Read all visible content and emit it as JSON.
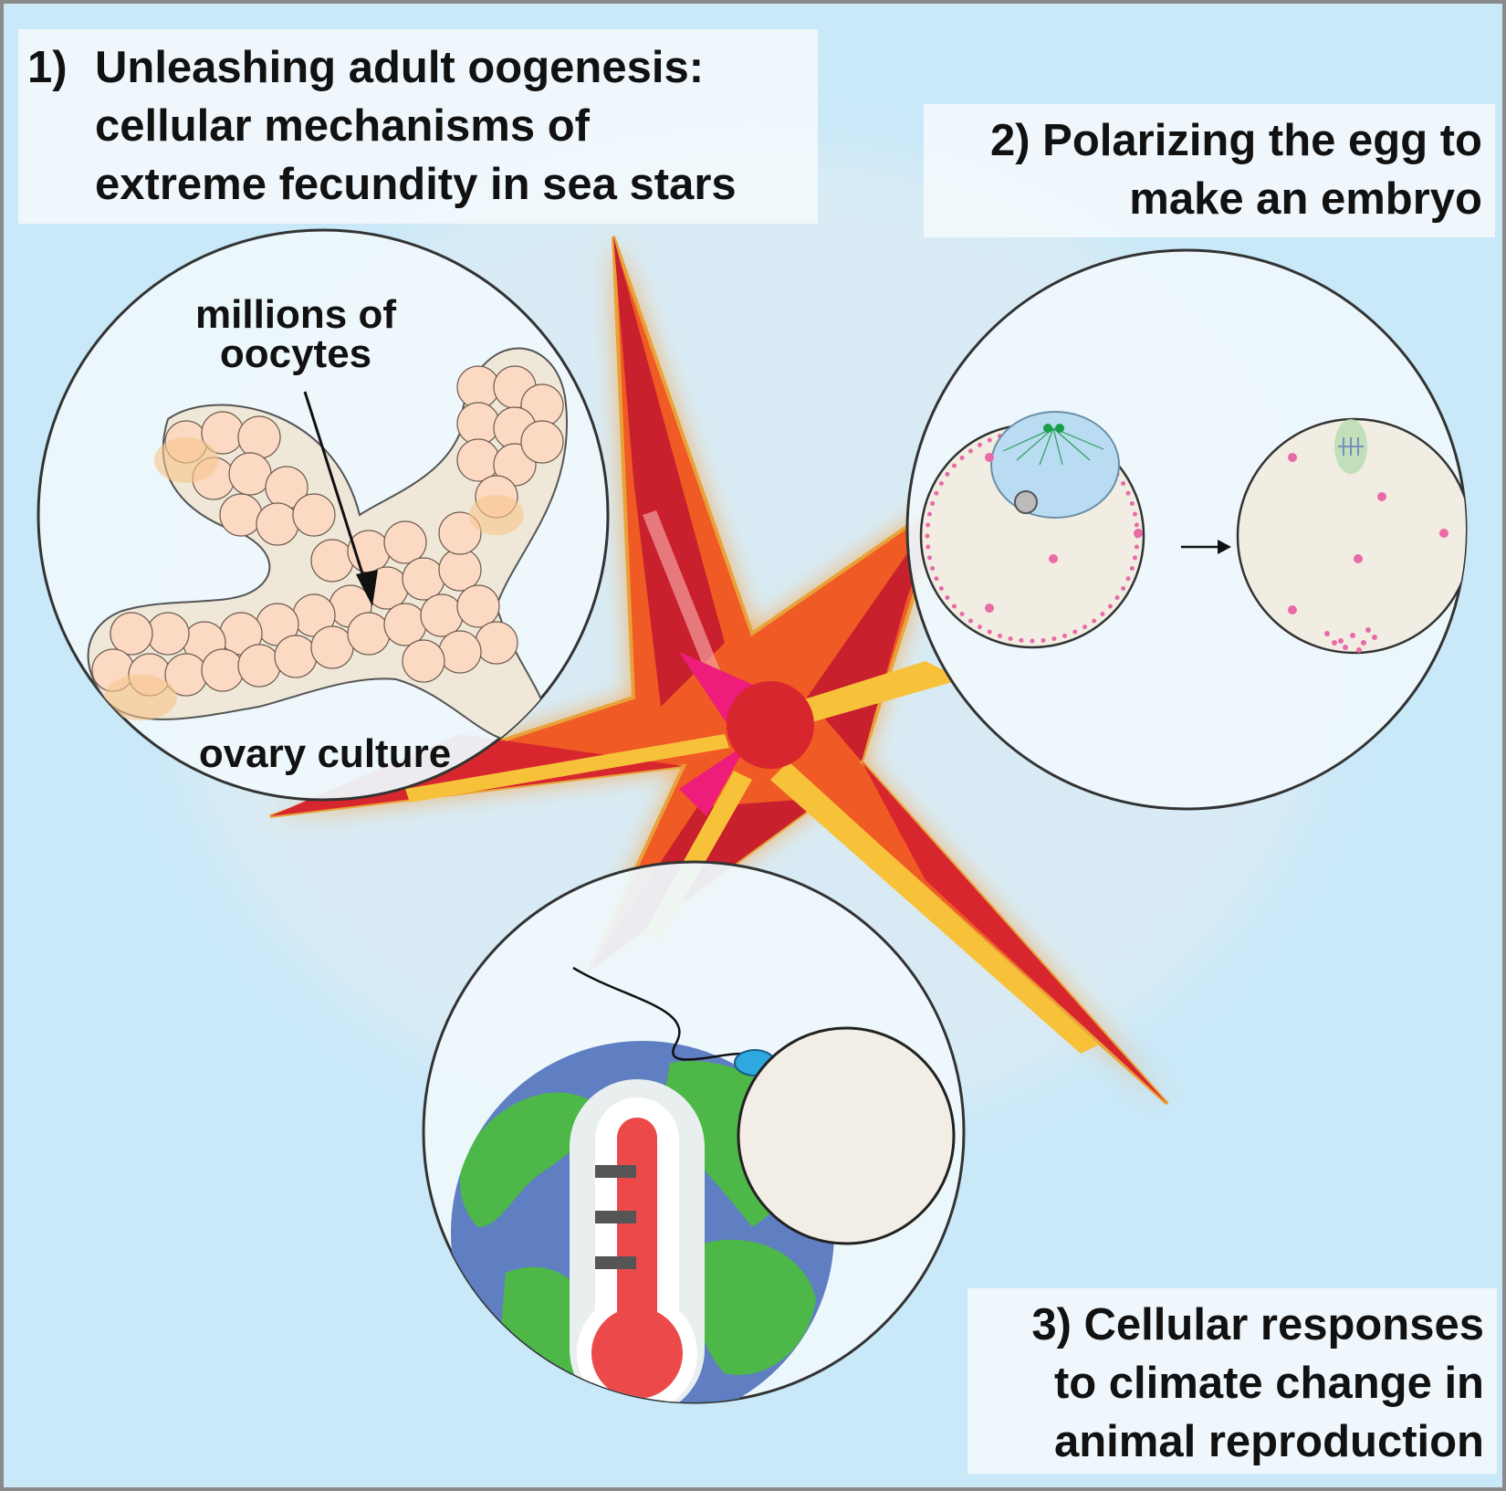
{
  "section1": {
    "number": "1)",
    "lines": [
      "Unleashing adult oogenesis:",
      "cellular mechanisms of",
      "extreme fecundity in sea stars"
    ]
  },
  "section2": {
    "lines": [
      "2) Polarizing the egg to",
      "make an embryo"
    ]
  },
  "section3": {
    "lines": [
      "3) Cellular responses",
      "to climate change in",
      "animal reproduction"
    ]
  },
  "ovary_panel": {
    "label_top": [
      "millions of",
      "oocytes"
    ],
    "label_bottom": "ovary culture"
  },
  "colors": {
    "background": "#c9e8f8",
    "starfish_orange": "#f05a24",
    "starfish_red": "#d8262e",
    "oocyte": "#fbd9c3",
    "globe_ocean": "#5f7fc2",
    "globe_land": "#4db848",
    "thermometer_red": "#ec4a4a",
    "pink_granules": "#ea6aa8"
  }
}
